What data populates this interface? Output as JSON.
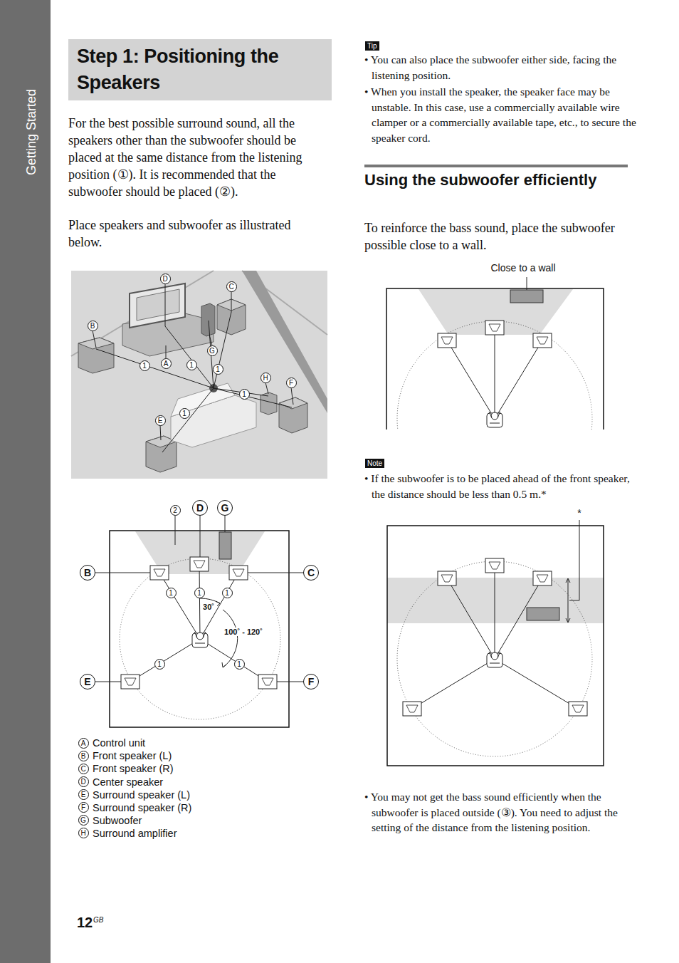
{
  "diagram": {
    "title": "Step 1: Positioning the Speakers",
    "labels": [
      "Getting Started",
      "For the best possible surround sound, all the speakers other than the subwoofer should be placed at the same distance from the listening position (①). It is recommended that the subwoofer should be placed (②).",
      "Place speakers and subwoofer as illustrated below.",
      "D",
      "C",
      "B",
      "G",
      "1",
      "A",
      "1",
      "1",
      "H",
      "F",
      "1",
      "1",
      "E",
      "2",
      "D",
      "G",
      "B",
      "C",
      "1",
      "1",
      "1",
      "30˚",
      "100˚ - 120˚",
      "1",
      "1",
      "E",
      "F",
      "A",
      "B",
      "C",
      "D",
      "E",
      "F",
      "G",
      "H",
      "Tip",
      "• You can also place the subwoofer either side, facing the listening position.",
      "• When you install the speaker, the speaker face may be unstable. In this case, use a commercially available wire clamper or a commercially available tape, etc., to secure the speaker cord.",
      "Using the subwoofer efficiently",
      "To reinforce the bass sound, place the subwoofer possible close to a wall.",
      "Close to a wall",
      "Note",
      "• If the subwoofer is to be placed ahead of the front speaker, the distance should be less than 0.5 m.*",
      "*",
      "• You may not get the bass sound efficiently when the subwoofer is placed outside (③). You need to adjust the setting of the distance from the listening position.",
      "12",
      "GB"
    ],
    "legend": [
      {
        "text": "Control unit"
      },
      {
        "text": "Front speaker (L)"
      },
      {
        "text": "Front speaker (R)"
      },
      {
        "text": "Center speaker"
      },
      {
        "text": "Surround speaker (L)"
      },
      {
        "text": "Surround speaker (R)"
      },
      {
        "text": "Subwoofer"
      },
      {
        "text": "Surround amplifier"
      }
    ]
  }
}
